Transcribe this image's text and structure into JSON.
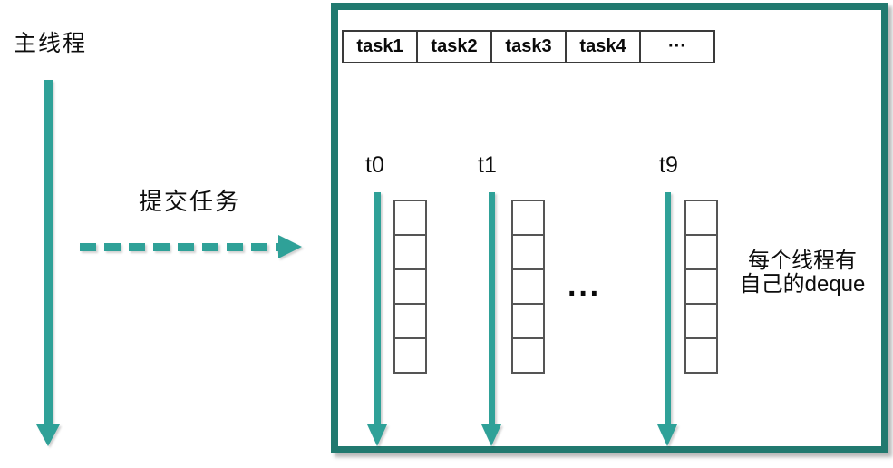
{
  "diagram": {
    "main_thread_label": "主线程",
    "submit_task_label": "提交任务",
    "task_queue": {
      "cells": [
        "task1",
        "task2",
        "task3",
        "task4",
        "···"
      ]
    },
    "threads": [
      {
        "label": "t0"
      },
      {
        "label": "t1"
      },
      {
        "label": "t9"
      }
    ],
    "threads_ellipsis": "···",
    "deque_note": {
      "line1": "每个线程有",
      "line2": "自己的deque"
    },
    "deque_cells_per_thread": 5,
    "colors": {
      "arrow_teal": "#2FA198",
      "box_border_teal": "#21796F",
      "queue_cell_border": "#3a3a3a",
      "deque_cell_border": "#555555"
    }
  }
}
